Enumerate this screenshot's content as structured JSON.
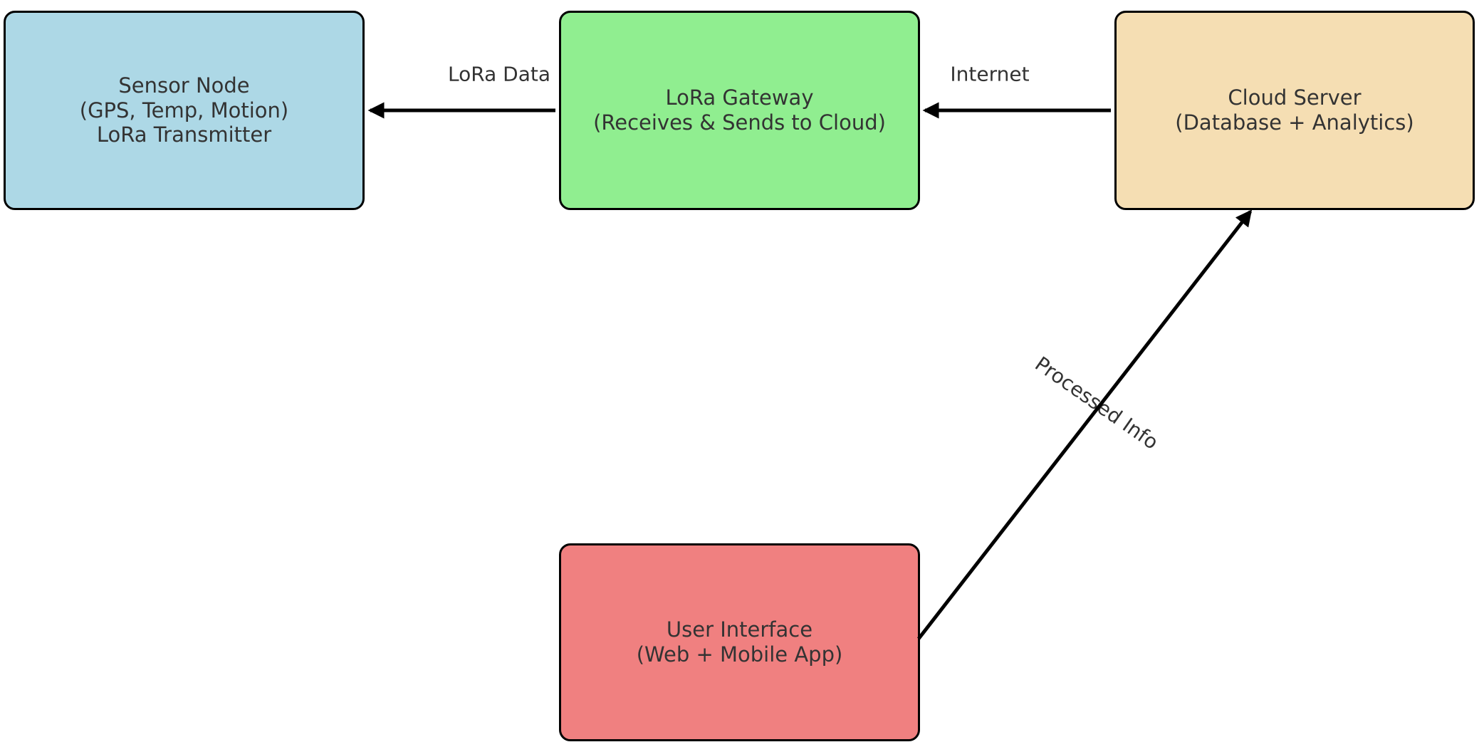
{
  "canvas": {
    "background": "#ffffff",
    "arrow_color": "#000000",
    "text_color": "#333333",
    "border_color": "#000000"
  },
  "nodes": [
    {
      "id": "sensor-node",
      "label": "Sensor Node\n(GPS, Temp, Motion)\nLoRa Transmitter",
      "fill": "#ADD8E6"
    },
    {
      "id": "lora-gateway",
      "label": "LoRa Gateway\n(Receives & Sends to Cloud)",
      "fill": "#90EE90"
    },
    {
      "id": "cloud-server",
      "label": "Cloud Server\n(Database + Analytics)",
      "fill": "#F5DEB3"
    },
    {
      "id": "user-interface",
      "label": "User Interface\n(Web + Mobile App)",
      "fill": "#F08080"
    }
  ],
  "edges": [
    {
      "id": "gateway-to-sensor",
      "label": "LoRa Data"
    },
    {
      "id": "cloud-to-gateway",
      "label": "Internet"
    },
    {
      "id": "ui-to-cloud",
      "label": "Processed Info"
    }
  ]
}
